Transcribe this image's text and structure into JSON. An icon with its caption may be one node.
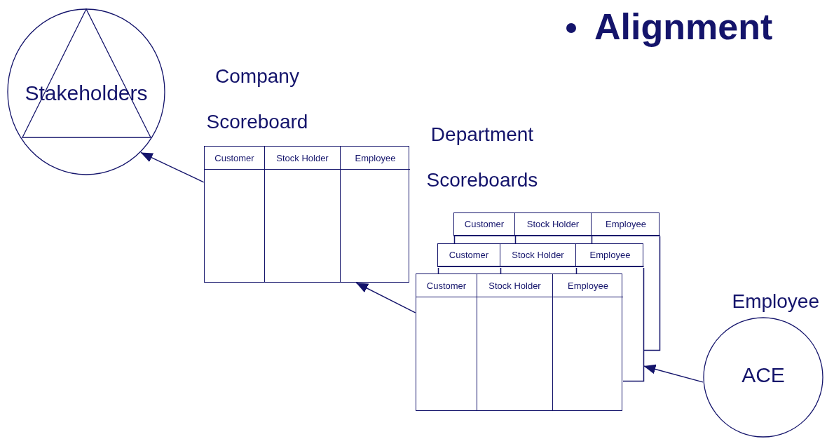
{
  "diagram": {
    "title": "Alignment",
    "nodes": [
      {
        "text": [
          "Stakeholders"
        ]
      },
      {
        "text": [
          "Company Scoreboard",
          "Customer",
          "Stock Holder",
          "Employee"
        ]
      },
      {
        "text": [
          "Department Scoreboards",
          "Customer",
          "Stock Holder",
          "Employee"
        ]
      },
      {
        "text": [
          "Customer",
          "Stock Holder",
          "Employee"
        ]
      },
      {
        "text": [
          "Customer",
          "Stock Holder",
          "Employee"
        ]
      },
      {
        "text": [
          "Employee",
          "ACE"
        ]
      }
    ],
    "edges": [
      {
        "from": 1,
        "to": 0,
        "arrow": "to"
      },
      {
        "from": 4,
        "to": 1,
        "arrow": "to"
      },
      {
        "from": 5,
        "to": 3,
        "arrow": "to"
      }
    ]
  }
}
